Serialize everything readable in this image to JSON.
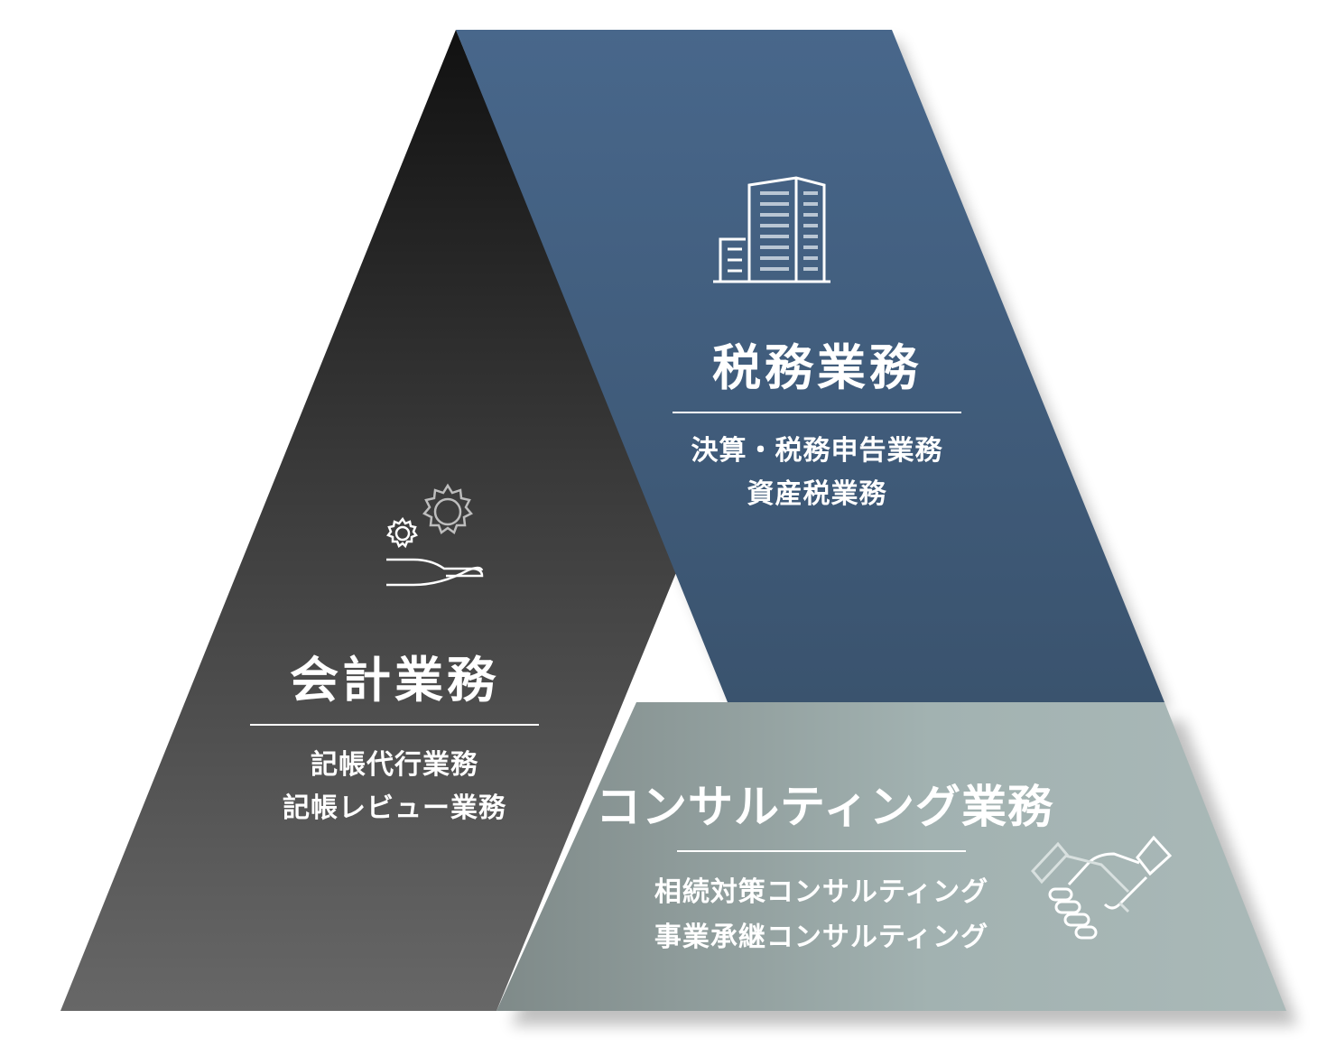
{
  "sections": {
    "tax": {
      "title": "税務業務",
      "items": [
        "決算・税務申告業務",
        "資産税業務"
      ],
      "icon": "building-icon",
      "color": "#44617f"
    },
    "accounting": {
      "title": "会計業務",
      "items": [
        "記帳代行業務",
        "記帳レビュー業務"
      ],
      "icon": "hand-gears-icon",
      "color": "#3b3b3b"
    },
    "consulting": {
      "title": "コンサルティング業務",
      "items": [
        "相続対策コンサルティング",
        "事業承継コンサルティング"
      ],
      "icon": "handshake-icon",
      "color": "#9aaaa9"
    }
  },
  "colors": {
    "text": "#ffffff",
    "tax_top": "#46668a",
    "tax_bottom": "#3c5570",
    "acc_top": "#121212",
    "acc_bottom": "#666666",
    "con_left": "#858f8e",
    "con_right": "#a8b8b7"
  }
}
